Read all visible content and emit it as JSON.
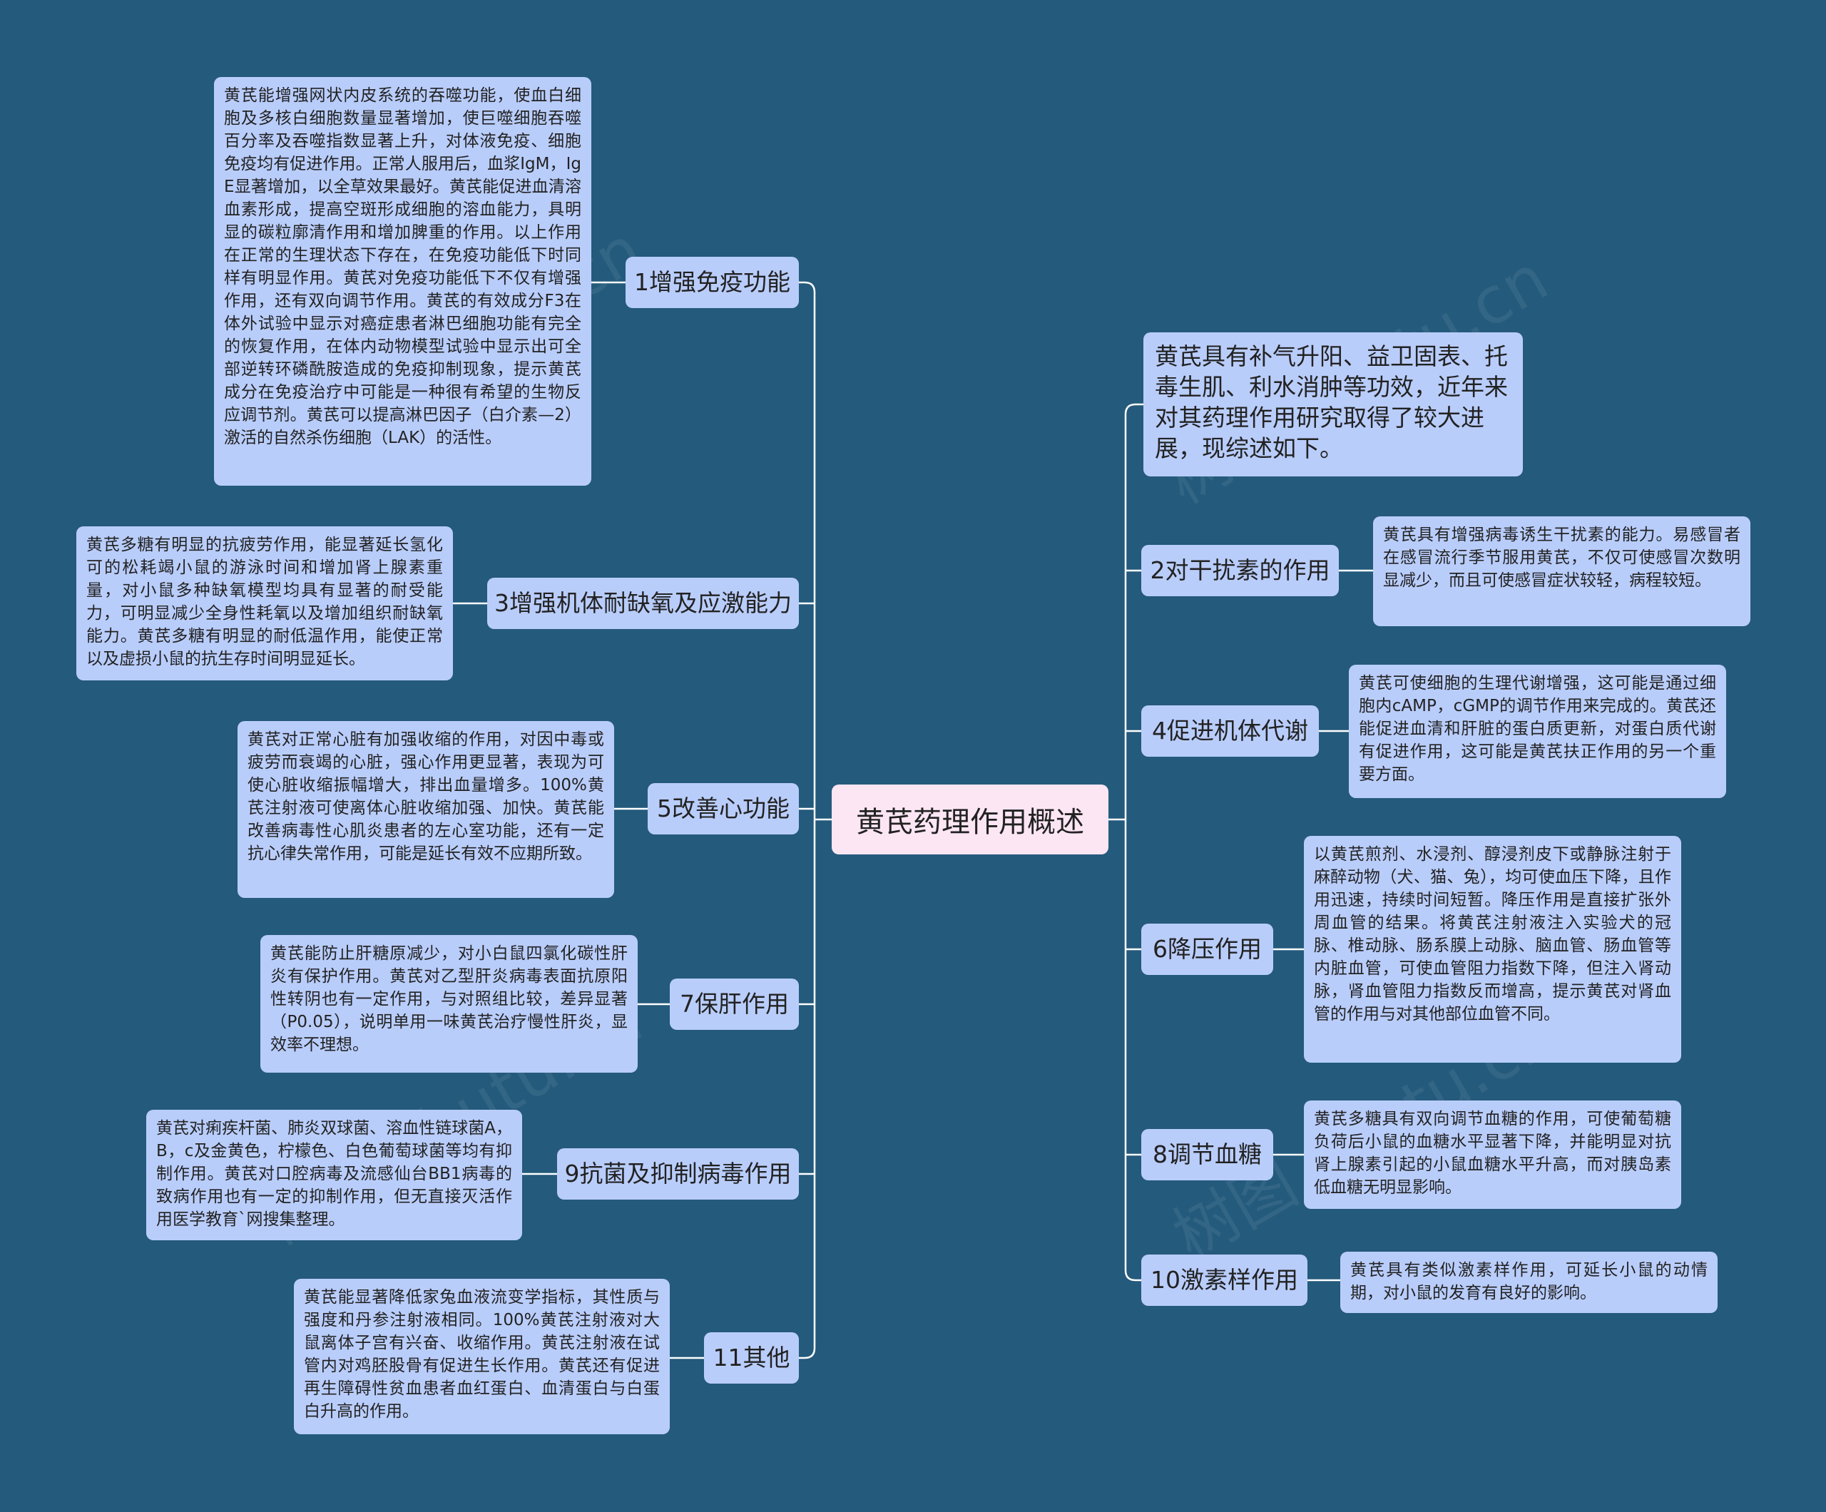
{
  "root": {
    "label": "黄芪药理作用概述"
  },
  "intro": {
    "text": "黄芪具有补气升阳、益卫固表、托毒生肌、利水消肿等功效，近年来对其药理作用研究取得了较大进展，现综述如下。"
  },
  "left_branches": [
    {
      "label": "1增强免疫功能",
      "detail": "黄芪能增强网状内皮系统的吞噬功能，使血白细胞及多核白细胞数量显著增加，使巨噬细胞吞噬百分率及吞噬指数显著上升，对体液免疫、细胞免疫均有促进作用。正常人服用后，血浆IgM，IgE显著增加，以全草效果最好。黄芪能促进血清溶血素形成，提高空斑形成细胞的溶血能力，具明显的碳粒廓清作用和增加脾重的作用。以上作用在正常的生理状态下存在，在免疫功能低下时同样有明显作用。黄芪对免疫功能低下不仅有增强作用，还有双向调节作用。黄芪的有效成分F3在体外试验中显示对癌症患者淋巴细胞功能有完全的恢复作用，在体内动物模型试验中显示出可全部逆转环磷酰胺造成的免疫抑制现象，提示黄芪成分在免疫治疗中可能是一种很有希望的生物反应调节剂。黄芪可以提高淋巴因子（白介素—2）激活的自然杀伤细胞（LAK）的活性。"
    },
    {
      "label": "3增强机体耐缺氧及应激能力",
      "detail": "黄芪多糖有明显的抗疲劳作用，能显著延长氢化可的松耗竭小鼠的游泳时间和增加肾上腺素重量，对小鼠多种缺氧模型均具有显著的耐受能力，可明显减少全身性耗氧以及增加组织耐缺氧能力。黄芪多糖有明显的耐低温作用，能使正常以及虚损小鼠的抗生存时间明显延长。"
    },
    {
      "label": "5改善心功能",
      "detail": "黄芪对正常心脏有加强收缩的作用，对因中毒或疲劳而衰竭的心脏，强心作用更显著，表现为可使心脏收缩振幅增大，排出血量增多。100%黄芪注射液可使离体心脏收缩加强、加快。黄芪能改善病毒性心肌炎患者的左心室功能，还有一定抗心律失常作用，可能是延长有效不应期所致。"
    },
    {
      "label": "7保肝作用",
      "detail": "黄芪能防止肝糖原减少，对小白鼠四氯化碳性肝炎有保护作用。黄芪对乙型肝炎病毒表面抗原阳性转阴也有一定作用，与对照组比较，差异显著（P0.05），说明单用一味黄芪治疗慢性肝炎，显效率不理想。"
    },
    {
      "label": "9抗菌及抑制病毒作用",
      "detail": "黄芪对痢疾杆菌、肺炎双球菌、溶血性链球菌A，B，c及金黄色，柠檬色、白色葡萄球菌等均有抑制作用。黄芪对口腔病毒及流感仙台BB1病毒的致病作用也有一定的抑制作用，但无直接灭活作用医学教育`网搜集整理。"
    },
    {
      "label": "11其他",
      "detail": "黄芪能显著降低家兔血液流变学指标，其性质与强度和丹参注射液相同。100%黄芪注射液对大鼠离体子宫有兴奋、收缩作用。黄芪注射液在试管内对鸡胚股骨有促进生长作用。黄芪还有促进再生障碍性贫血患者血红蛋白、血清蛋白与白蛋白升高的作用。"
    }
  ],
  "right_branches": [
    {
      "label": "2对干扰素的作用",
      "detail": "黄芪具有增强病毒诱生干扰素的能力。易感冒者在感冒流行季节服用黄芪，不仅可使感冒次数明显减少，而且可使感冒症状较轻，病程较短。"
    },
    {
      "label": "4促进机体代谢",
      "detail": "黄芪可使细胞的生理代谢增强，这可能是通过细胞内cAMP，cGMP的调节作用来完成的。黄芪还能促进血清和肝脏的蛋白质更新，对蛋白质代谢有促进作用，这可能是黄芪扶正作用的另一个重要方面。"
    },
    {
      "label": "6降压作用",
      "detail": "以黄芪煎剂、水浸剂、醇浸剂皮下或静脉注射于麻醉动物（犬、猫、兔），均可使血压下降，且作用迅速，持续时间短暂。降压作用是直接扩张外周血管的结果。将黄芪注射液注入实验犬的冠脉、椎动脉、肠系膜上动脉、脑血管、肠血管等内脏血管，可使血管阻力指数下降，但注入肾动脉，肾血管阻力指数反而增高，提示黄芪对肾血管的作用与对其他部位血管不同。"
    },
    {
      "label": "8调节血糖",
      "detail": "黄芪多糖具有双向调节血糖的作用，可使葡萄糖负荷后小鼠的血糖水平显著下降，并能明显对抗肾上腺素引起的小鼠血糖水平升高，而对胰岛素低血糖无明显影响。"
    },
    {
      "label": "10激素样作用",
      "detail": "黄芪具有类似激素样作用，可延长小鼠的动情期，对小鼠的发育有良好的影响。"
    }
  ],
  "watermark": "树图 shutu.cn",
  "colors": {
    "background": "#245a7c",
    "node": "#b9cdfb",
    "root": "#fde6f4",
    "line": "#ffffff"
  }
}
